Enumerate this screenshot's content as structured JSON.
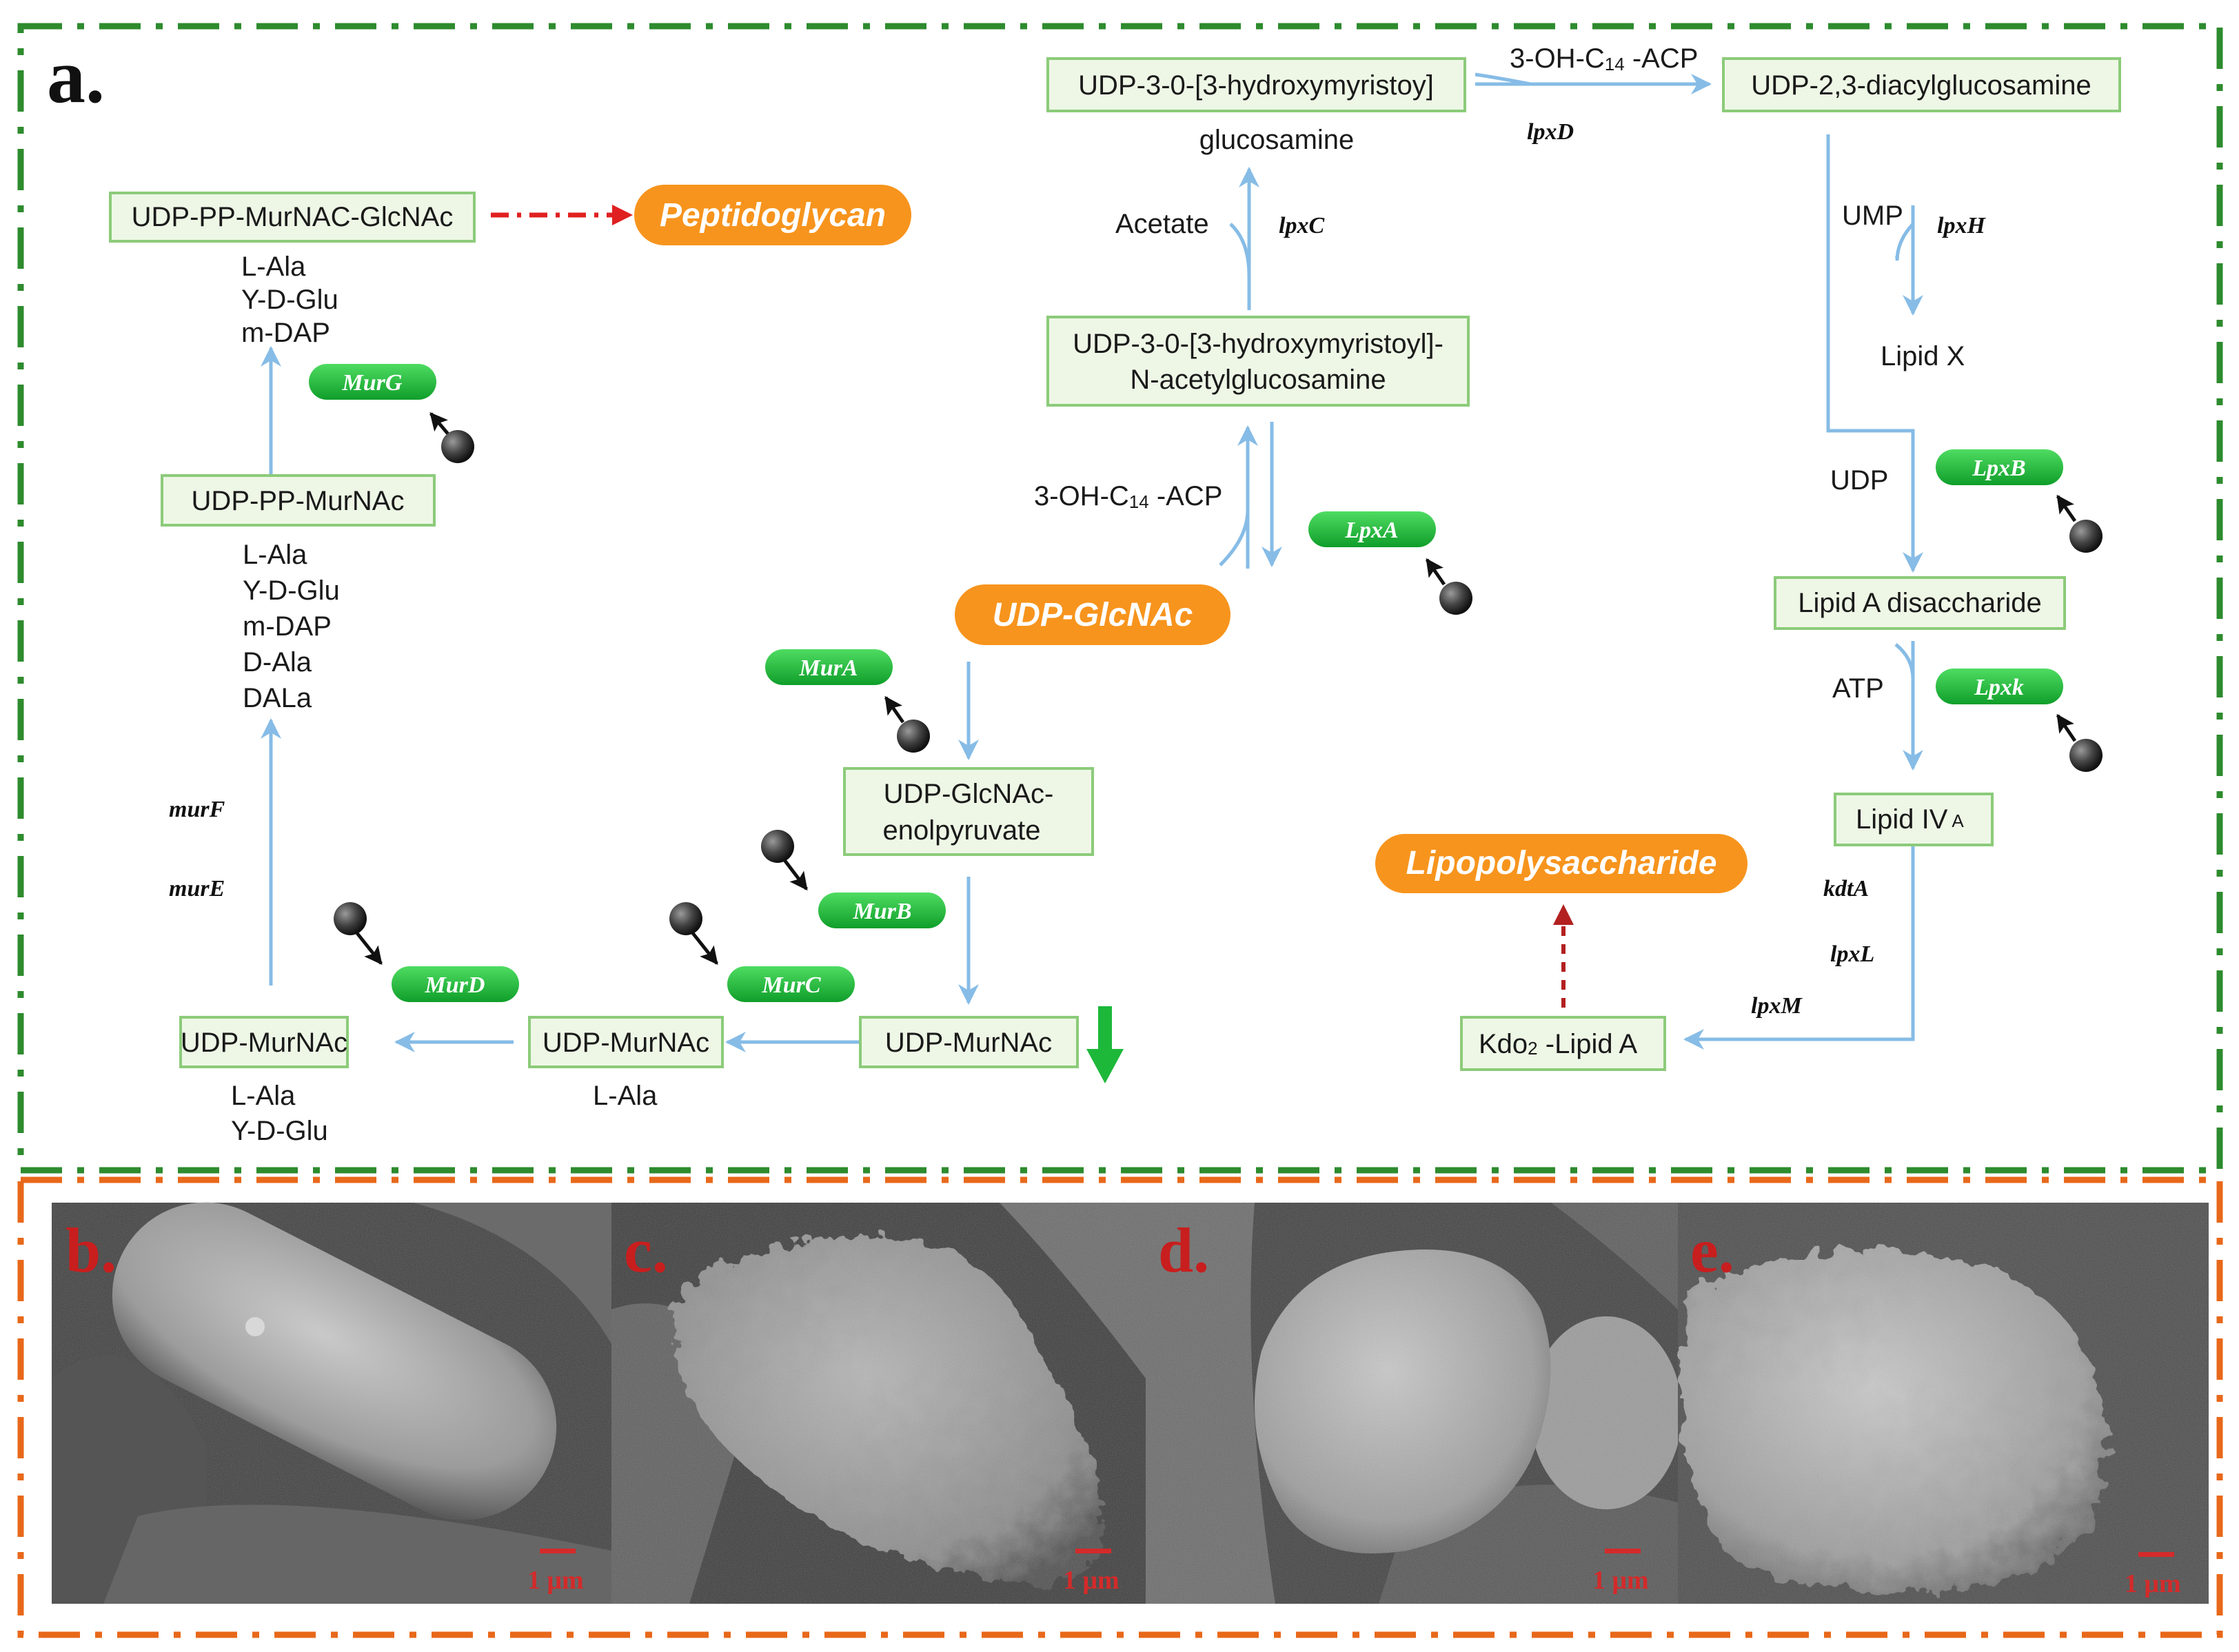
{
  "panel_a": {
    "label": "a.",
    "products": {
      "peptidoglycan": "Peptidoglycan",
      "udp_glcnac": "UDP-GlcNAc",
      "lps": "Lipopolysaccharide"
    },
    "boxes": {
      "udp_pp_murnac_glcnac": "UDP-PP-MurNAC-GlcNAc",
      "udp_pp_murnac": "UDP-PP-MurNAc",
      "udp_murnac_1": "UDP-MurNAc",
      "udp_murnac_2": "UDP-MurNAc",
      "udp_murnac_3": "UDP-MurNAc",
      "enolpyruvate_1": "UDP-GlcNAc-",
      "enolpyruvate_2": "enolpyruvate",
      "hydroxy_acetyl_1": "UDP-3-0-[3-hydroxymyristoyl]-",
      "hydroxy_acetyl_2": "N-acetylglucosamine",
      "hydroxy_gluc": "UDP-3-0-[3-hydroxymyristoy]",
      "diacyl": "UDP-2,3-diacylglucosamine",
      "lipid_a_disacch": "Lipid A disaccharide",
      "lipid_iva": "Lipid IV",
      "lipid_iva_sub": "A",
      "kdo2": "Kdo",
      "kdo2_sub": "2",
      "kdo2_rest": " -Lipid A"
    },
    "labels": {
      "glucosamine": "glucosamine",
      "acetate": "Acetate",
      "acp_top_1": "3-OH-C",
      "acp_top_sub": "14",
      "acp_top_2": " -ACP",
      "acp_mid_1": "3-OH-C",
      "acp_mid_sub": "14",
      "acp_mid_2": " -ACP",
      "ump": "UMP",
      "lipid_x": "Lipid X",
      "udp": "UDP",
      "atp": "ATP",
      "aa_top": [
        "L-Ala",
        "Y-D-Glu",
        "m-DAP"
      ],
      "aa_mid": [
        "L-Ala",
        "Y-D-Glu",
        "m-DAP",
        "D-Ala",
        "DALa"
      ],
      "aa_bottom_left": [
        "L-Ala",
        "Y-D-Glu"
      ],
      "aa_bottom_mid": "L-Ala"
    },
    "genes": {
      "lpxD": "lpxD",
      "lpxC": "lpxC",
      "lpxH": "lpxH",
      "murF": "murF",
      "murE": "murE",
      "kdtA": "kdtA",
      "lpxL": "lpxL",
      "lpxM": "lpxM"
    },
    "enzymes": {
      "MurG": "MurG",
      "MurA": "MurA",
      "MurB": "MurB",
      "MurC": "MurC",
      "MurD": "MurD",
      "LpxA": "LpxA",
      "LpxB": "LpxB",
      "Lpxk": "Lpxk"
    },
    "colors": {
      "border": "#2e8b2e",
      "arrow": "#86bce6",
      "product": "#f7941d",
      "enzyme": "#1db83a",
      "dashed_red": "#e02020",
      "dashed_dark_red": "#b32020"
    }
  },
  "panels": [
    {
      "label": "b.",
      "scale": "1 μm"
    },
    {
      "label": "c.",
      "scale": "1 μm"
    },
    {
      "label": "d.",
      "scale": "1 μm"
    },
    {
      "label": "e.",
      "scale": "1 μm"
    }
  ],
  "panel_border_color": "#e8681a"
}
